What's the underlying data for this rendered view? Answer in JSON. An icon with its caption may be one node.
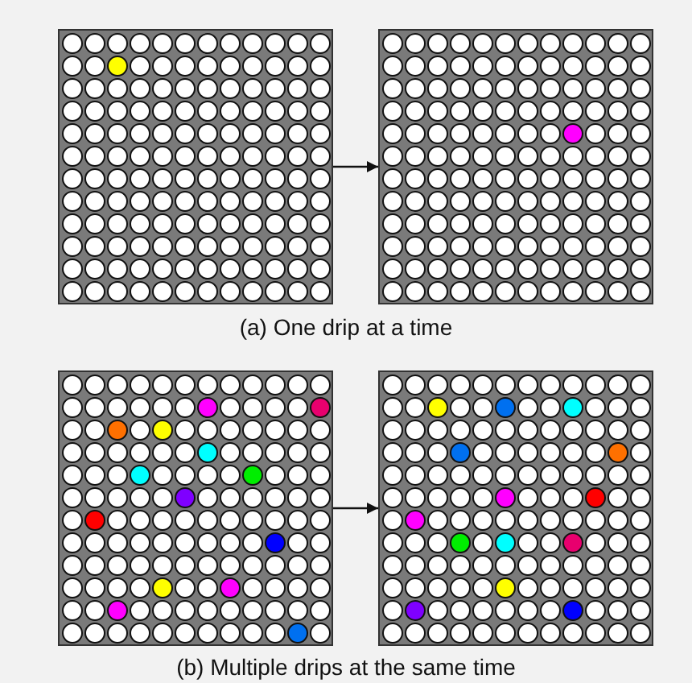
{
  "diagram": {
    "nodes": [
      {
        "text": [],
        "shape": "grid"
      },
      {
        "text": [],
        "shape": "grid"
      },
      {
        "text": [],
        "shape": "grid"
      },
      {
        "text": [],
        "shape": "grid"
      }
    ],
    "edges": [
      {
        "from": 0,
        "to": 1,
        "arrow": "to"
      },
      {
        "from": 2,
        "to": 3,
        "arrow": "to"
      }
    ],
    "labels": [
      "(a) One drip at a time",
      "(b) Multiple drips at the same time"
    ]
  }
}
